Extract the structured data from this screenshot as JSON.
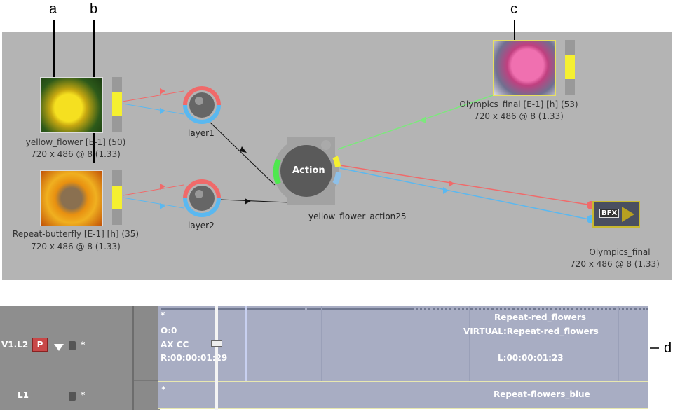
{
  "callouts": {
    "a": "a",
    "b": "b",
    "c": "c",
    "d": "d"
  },
  "nodes": {
    "yellow_flower": {
      "name": "yellow_flower [E-1] (50)",
      "res": "720 x 486 @ 8 (1.33)"
    },
    "butterfly": {
      "name": "Repeat-butterfly [E-1] [h] (35)",
      "res": "720 x 486 @ 8 (1.33)"
    },
    "olympics_src": {
      "name": "Olympics_final [E-1] [h] (53)",
      "res": "720 x 486 @ 8 (1.33)"
    },
    "layer1": {
      "name": "layer1"
    },
    "layer2": {
      "name": "layer2"
    },
    "action": {
      "label": "Action",
      "name": "yellow_flower_action25"
    },
    "output": {
      "badge": "BFX",
      "name": "Olympics_final",
      "res": "720 x 486 @ 8 (1.33)"
    }
  },
  "timeline": {
    "track1": {
      "label": "V1.L2",
      "p_button": "P",
      "star": "*"
    },
    "track2": {
      "label": "L1",
      "star": "*"
    },
    "clip1": {
      "star": "*",
      "offset": "O:0",
      "mode": "AX CC",
      "record": "R:00:00:01:29",
      "name": "Repeat-red_flowers",
      "virtual": "VIRTUAL:Repeat-red_flowers",
      "length": "L:00:00:01:23"
    },
    "clip2": {
      "star": "*",
      "name": "Repeat-flowers_blue"
    }
  },
  "colors": {
    "red": "#f06a6a",
    "blue": "#5ab8f0",
    "green": "#7ce87c",
    "yellow": "#f5f030"
  }
}
